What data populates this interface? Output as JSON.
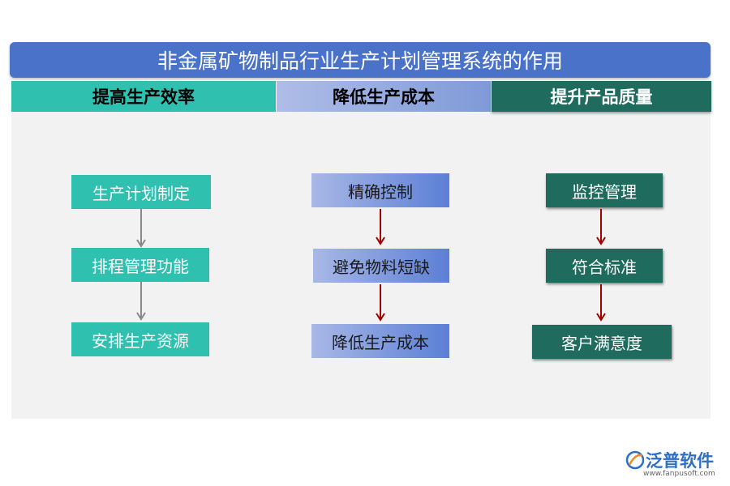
{
  "title": "非金属矿物制品行业生产计划管理系统的作用",
  "columns": [
    {
      "header": "提高生产效率",
      "items": [
        "生产计划制定",
        "排程管理功能",
        "安排生产资源"
      ]
    },
    {
      "header": "降低生产成本",
      "items": [
        "精确控制",
        "避免物料短缺",
        "降低生产成本"
      ]
    },
    {
      "header": "提升产品质量",
      "items": [
        "监控管理",
        "符合标准",
        "客户满意度"
      ]
    }
  ],
  "logo": {
    "name": "泛普软件",
    "url": "www.fanpusoft.com"
  },
  "colors": {
    "title": "#4a72c8",
    "teal": "#2fc0b0",
    "blue": "#7f9ad8",
    "dark_green": "#1f6b5e",
    "arrow_gray": "#888888",
    "arrow_red": "#a00000"
  }
}
